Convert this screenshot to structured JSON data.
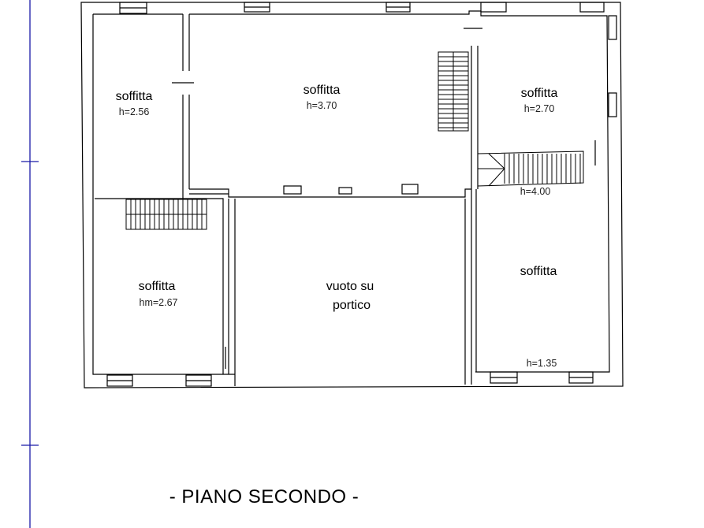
{
  "floor_title": "- PIANO SECONDO -",
  "rooms": [
    {
      "name": "soffitta",
      "height": "h=2.56"
    },
    {
      "name": "soffitta",
      "height": "h=3.70"
    },
    {
      "name": "soffitta",
      "height": "h=2.70"
    },
    {
      "name": "soffitta",
      "height": "hm=2.67"
    },
    {
      "name": "soffitta",
      "height": "h=1.35"
    }
  ],
  "void_area": {
    "line1": "vuoto su",
    "line2": "portico"
  },
  "stair_height": "h=4.00",
  "colors": {
    "axis_line": "#1a1aa8",
    "walls": "#000000",
    "background": "#ffffff"
  }
}
